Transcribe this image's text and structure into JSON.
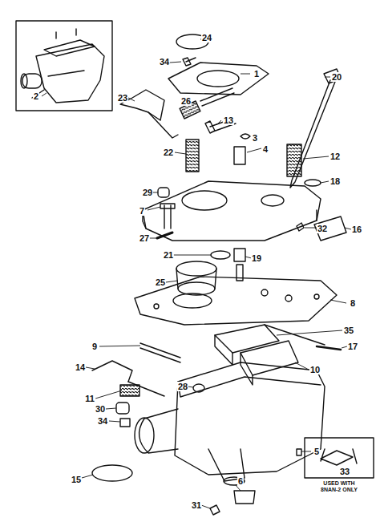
{
  "diagram": {
    "labels": [
      "24",
      "34",
      "1",
      "20",
      "2",
      "23",
      "26",
      "13",
      "3",
      "22",
      "4",
      "12",
      "18",
      "29",
      "7",
      "32",
      "16",
      "27",
      "21",
      "19",
      "25",
      "8",
      "35",
      "9",
      "17",
      "14",
      "10",
      "28",
      "11",
      "30",
      "34",
      "5",
      "33",
      "15",
      "6",
      "USED WITH 8NAN-2 ONLY",
      "31"
    ]
  }
}
